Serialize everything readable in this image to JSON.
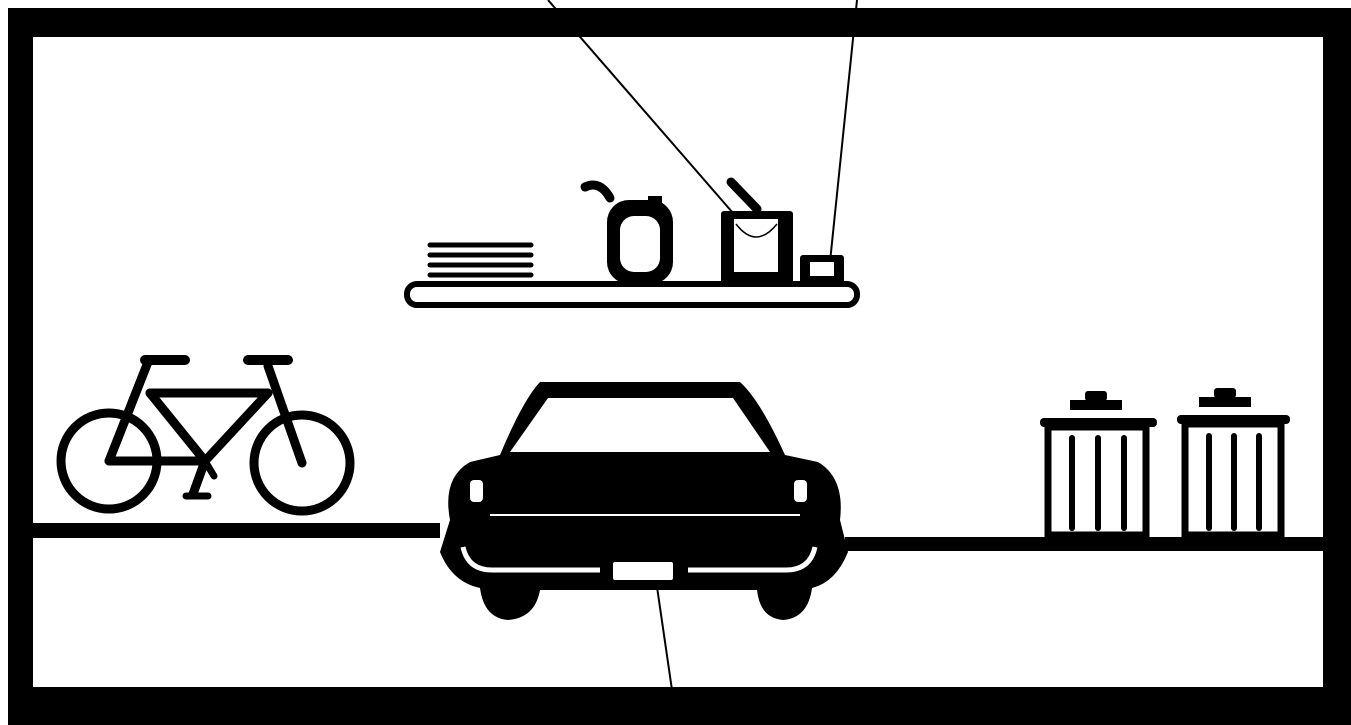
{
  "colors": {
    "ink": "#000000",
    "paper": "#ffffff"
  },
  "icons": [
    "garage-frame",
    "wall-shelf",
    "stacked-boards",
    "gas-can",
    "paint-can",
    "small-container",
    "bicycle",
    "car-rear-view",
    "trash-can",
    "leader-line"
  ]
}
